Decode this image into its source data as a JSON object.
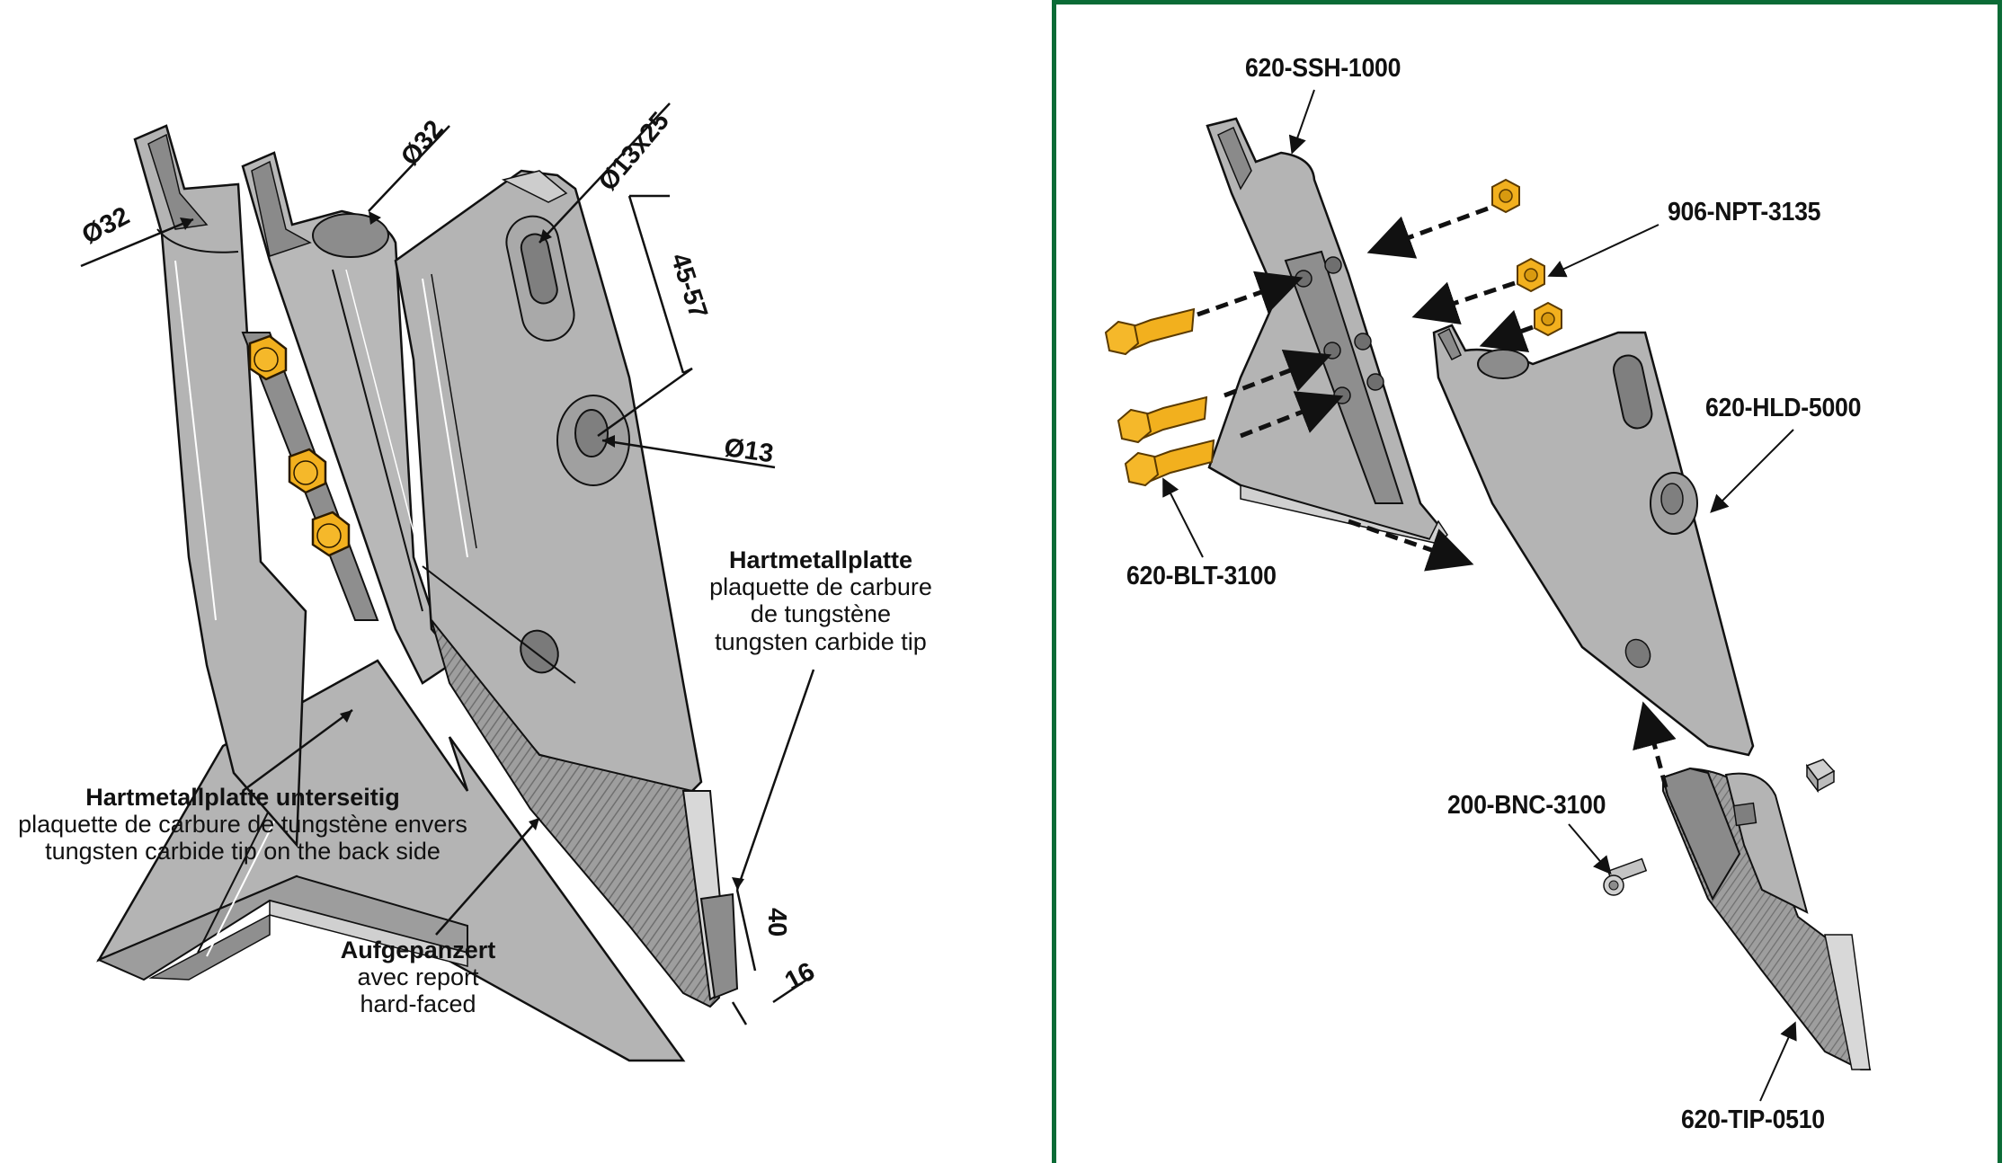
{
  "colors": {
    "frame": "#0b6b36",
    "metal": "#b4b4b4",
    "metal_light": "#cdcdcd",
    "metal_dark": "#8c8c8c",
    "metal_shadow": "#9a9a9a",
    "bolt": "#f2b01e",
    "bolt_dark": "#c98a0c",
    "outline": "#111111"
  },
  "left_drawing": {
    "title": "Assembled chisel tooth with dimensions",
    "dimensions": {
      "shank_diameter_left": "Ø32",
      "shank_diameter_right": "Ø32",
      "slot": "Ø13x25",
      "hole_spacing": "45-57",
      "hole": "Ø13",
      "tip_length": "40",
      "tip_width": "16"
    },
    "callouts": {
      "carbide_tip": {
        "de": "Hartmetallplatte",
        "fr_line1": "plaquette de carbure",
        "fr_line2": "de tungstène",
        "en": "tungsten carbide tip"
      },
      "carbide_back": {
        "de": "Hartmetallplatte unterseitig",
        "fr": "plaquette de carbure de tungstène envers",
        "en": "tungsten carbide tip on the back side"
      },
      "hardfaced": {
        "de": "Aufgepanzert",
        "fr": "avec report",
        "en": "hard-faced"
      }
    }
  },
  "right_drawing": {
    "title": "Exploded view with part numbers",
    "parts": [
      {
        "id": "shank",
        "number": "620-SSH-1000"
      },
      {
        "id": "nuts",
        "number": "906-NPT-3135"
      },
      {
        "id": "holder",
        "number": "620-HLD-5000"
      },
      {
        "id": "bolts",
        "number": "620-BLT-3100"
      },
      {
        "id": "screw",
        "number": "200-BNC-3100"
      },
      {
        "id": "tip",
        "number": "620-TIP-0510"
      }
    ]
  }
}
